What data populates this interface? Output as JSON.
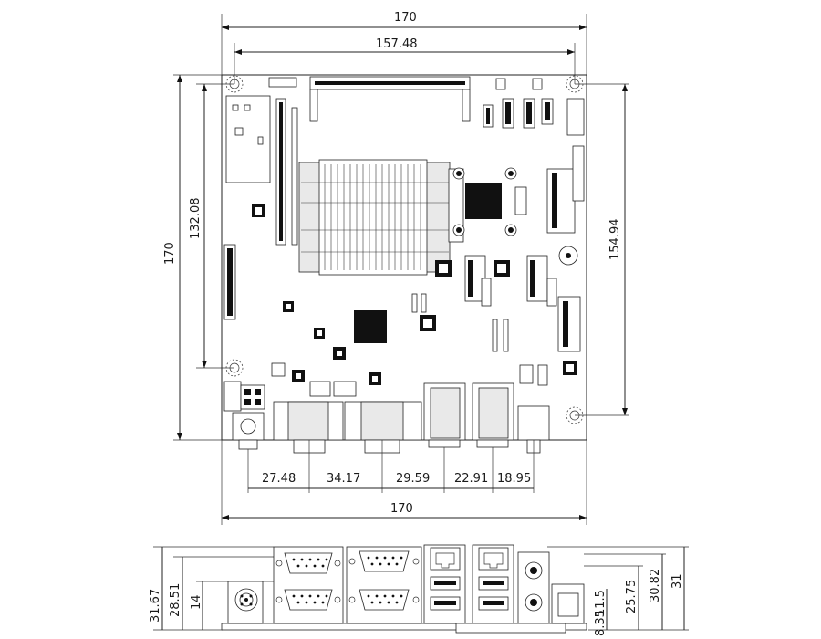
{
  "top_view": {
    "width_overall": "170",
    "width_holes": "157.48",
    "height_overall": "170",
    "height_left_holes": "132.08",
    "height_right_holes": "154.94",
    "width_bottom": "170",
    "io_spacings": [
      "27.48",
      "34.17",
      "29.59",
      "22.91",
      "18.95"
    ]
  },
  "side_view": {
    "left_dims": [
      "31.67",
      "28.51",
      "14"
    ],
    "right_dims": [
      "25.75",
      "30.82",
      "31"
    ],
    "small_dims": [
      "11.5",
      "8.35"
    ]
  },
  "colors": {
    "line": "#222222",
    "fill_dark": "#111111",
    "background": "#ffffff"
  }
}
